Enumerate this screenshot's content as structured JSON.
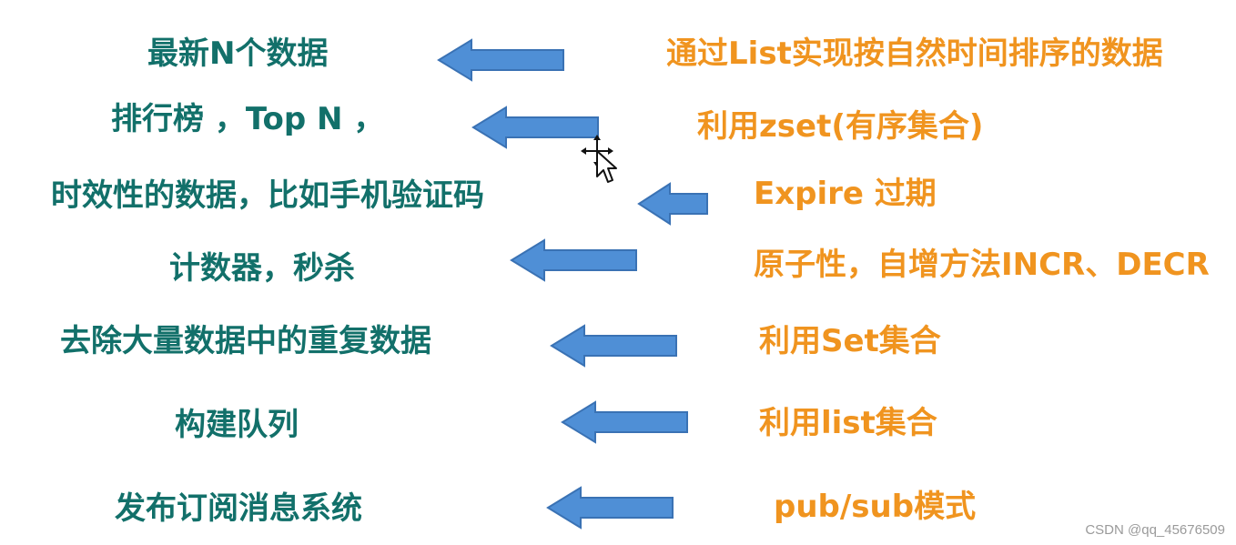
{
  "rows": [
    {
      "scenario": "最新N个数据",
      "implementation": "通过List实现按自然时间排序的数据"
    },
    {
      "scenario": "排行榜 ，Top N ，",
      "implementation": "利用zset(有序集合)"
    },
    {
      "scenario": "时效性的数据，比如手机验证码",
      "implementation": "Expire 过期"
    },
    {
      "scenario": "计数器，秒杀",
      "implementation": "原子性，自增方法INCR、DECR"
    },
    {
      "scenario": "去除大量数据中的重复数据",
      "implementation": "利用Set集合"
    },
    {
      "scenario": "构建队列",
      "implementation": "利用list集合"
    },
    {
      "scenario": "发布订阅消息系统",
      "implementation": "pub/sub模式"
    }
  ],
  "watermark": "CSDN @qq_45676509",
  "colors": {
    "scenario_text": "#12706a",
    "implementation_text": "#f0941f",
    "arrow_fill": "#4f8fd6",
    "arrow_stroke": "#3a72b4"
  },
  "icons": {
    "cursor": "move-cursor-icon"
  }
}
